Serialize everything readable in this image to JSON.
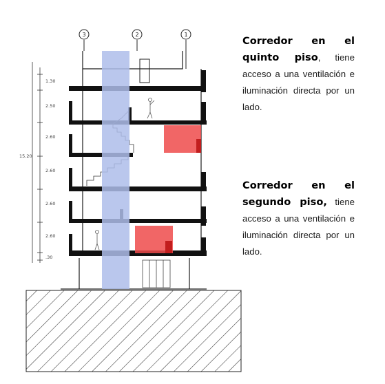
{
  "annotations": [
    {
      "title": "Corredor en el quinto piso",
      "body": ", tiene acceso a una ventilación e iluminación directa por un lado."
    },
    {
      "title": "Corredor en el segundo piso,",
      "body": " tiene acceso a una ventilación e iluminación directa por un lado."
    }
  ],
  "drawing": {
    "axes": [
      "3",
      "2",
      "1"
    ],
    "dimensions": [
      "1.30",
      "2.50",
      "2.60",
      "2.60",
      "2.60",
      "2.60",
      ".30"
    ],
    "total_height": "15.20",
    "colors": {
      "corridor": "#aebdea",
      "highlight": "#ee4b4b",
      "ink": "#111111"
    }
  }
}
